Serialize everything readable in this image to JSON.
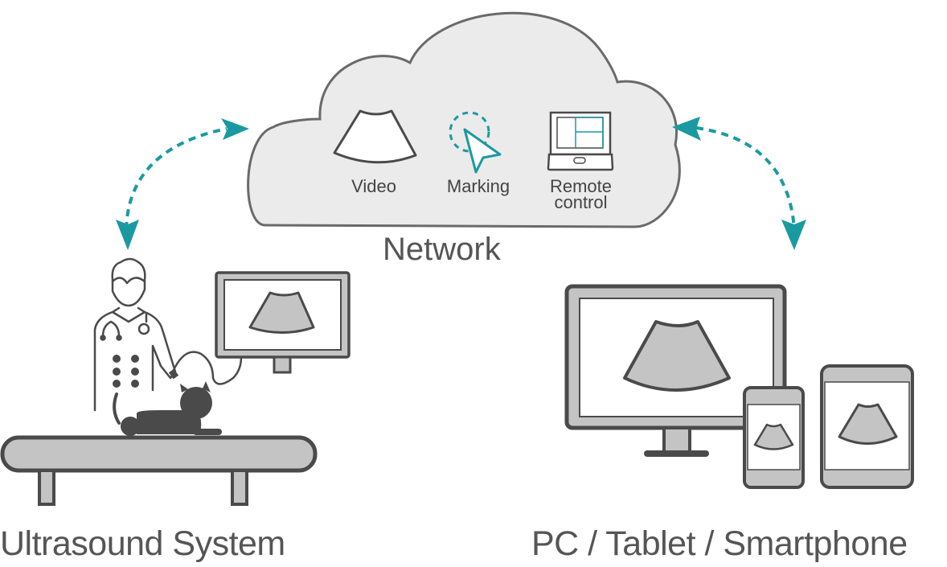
{
  "colors": {
    "accent": "#1a9aa0",
    "stroke": "#4a4a4a",
    "fill_gray": "#c4c4c4",
    "cloud_fill": "#ebebeb",
    "text": "#555557"
  },
  "cloud": {
    "label": "Network",
    "features": [
      {
        "icon": "ultrasound-fan-icon",
        "label": "Video"
      },
      {
        "icon": "cursor-marking-icon",
        "label": "Marking"
      },
      {
        "icon": "laptop-icon",
        "label_line1": "Remote",
        "label_line2": "control"
      }
    ]
  },
  "left_node": {
    "label": "Ultrasound System"
  },
  "right_node": {
    "label": "PC / Tablet / Smartphone"
  },
  "connections": [
    {
      "from": "Ultrasound System",
      "to": "Network",
      "style": "dashed-bidirectional"
    },
    {
      "from": "Network",
      "to": "PC / Tablet / Smartphone",
      "style": "dashed-bidirectional"
    }
  ]
}
